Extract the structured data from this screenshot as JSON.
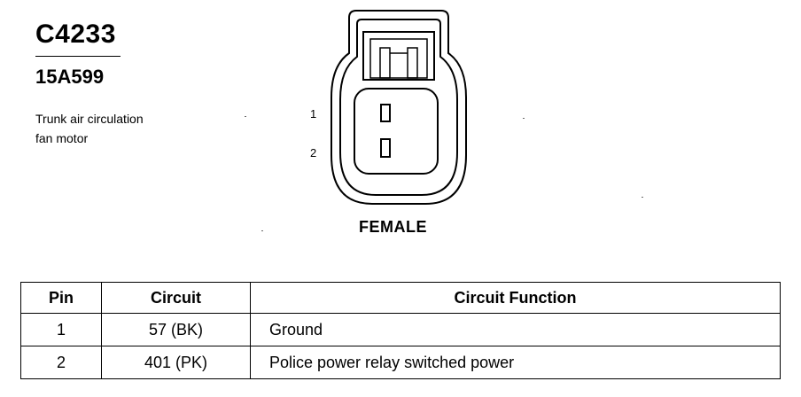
{
  "header": {
    "connector_id": "C4233",
    "part_number": "15A599",
    "description_lines": [
      "Trunk air circulation",
      "fan motor"
    ]
  },
  "connector": {
    "pin_labels": [
      "1",
      "2"
    ],
    "gender": "FEMALE"
  },
  "table": {
    "headers": [
      "Pin",
      "Circuit",
      "Circuit Function"
    ],
    "rows": [
      {
        "pin": "1",
        "circuit": "57 (BK)",
        "function": "Ground"
      },
      {
        "pin": "2",
        "circuit": "401 (PK)",
        "function": "Police power relay switched power"
      }
    ]
  }
}
